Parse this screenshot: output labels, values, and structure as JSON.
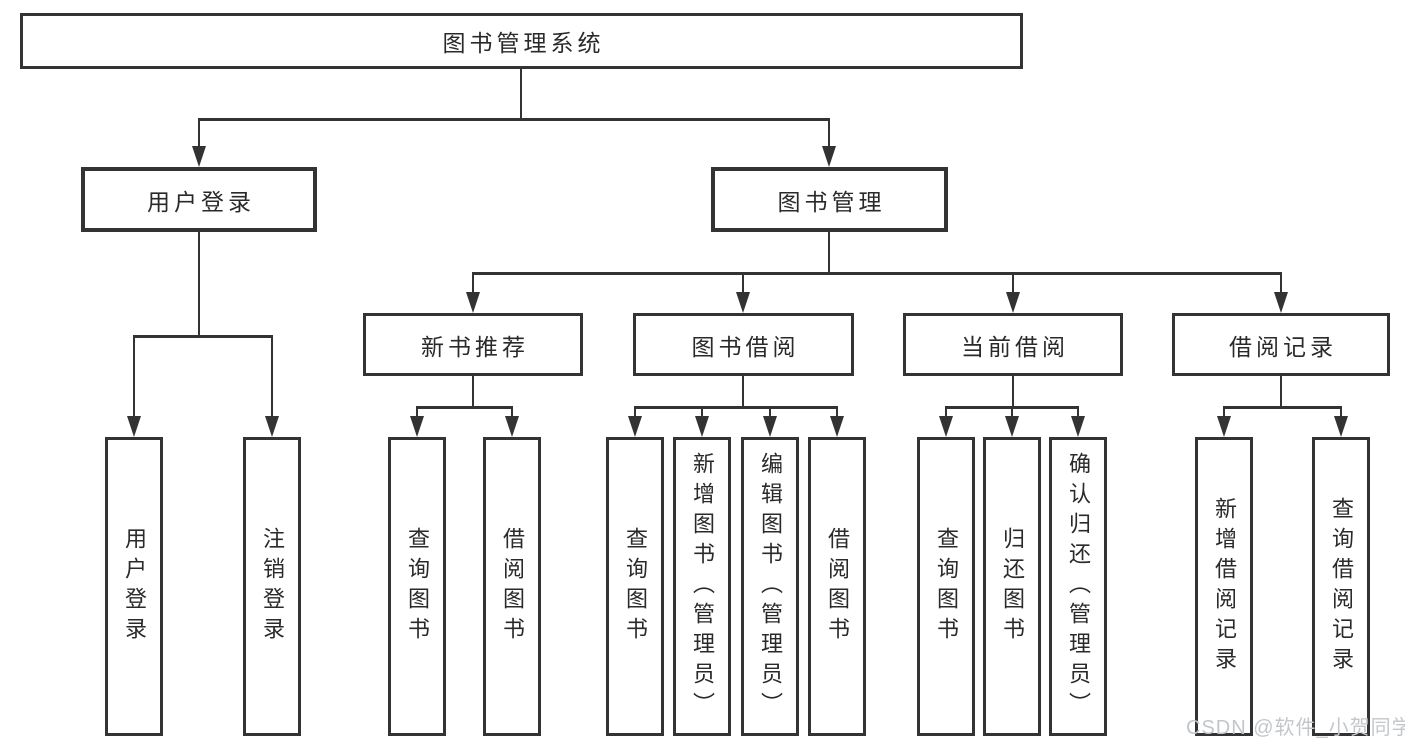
{
  "tree": {
    "root": "图书管理系统",
    "branches": [
      {
        "label": "用户登录",
        "leaves": [
          "用户登录",
          "注销登录"
        ]
      },
      {
        "label": "图书管理",
        "groups": [
          {
            "label": "新书推荐",
            "leaves": [
              "查询图书",
              "借阅图书"
            ]
          },
          {
            "label": "图书借阅",
            "leaves": [
              "查询图书",
              "新增图书（管理员）",
              "编辑图书（管理员）",
              "借阅图书"
            ]
          },
          {
            "label": "当前借阅",
            "leaves": [
              "查询图书",
              "归还图书",
              "确认归还（管理员）"
            ]
          },
          {
            "label": "借阅记录",
            "leaves": [
              "新增借阅记录",
              "查询借阅记录"
            ]
          }
        ]
      }
    ]
  },
  "watermark": "CSDN @软件_小贺同学",
  "colors": {
    "line": "#333333",
    "text": "#2a2a2a",
    "watermark": "#c3c7cb",
    "background": "#ffffff"
  }
}
